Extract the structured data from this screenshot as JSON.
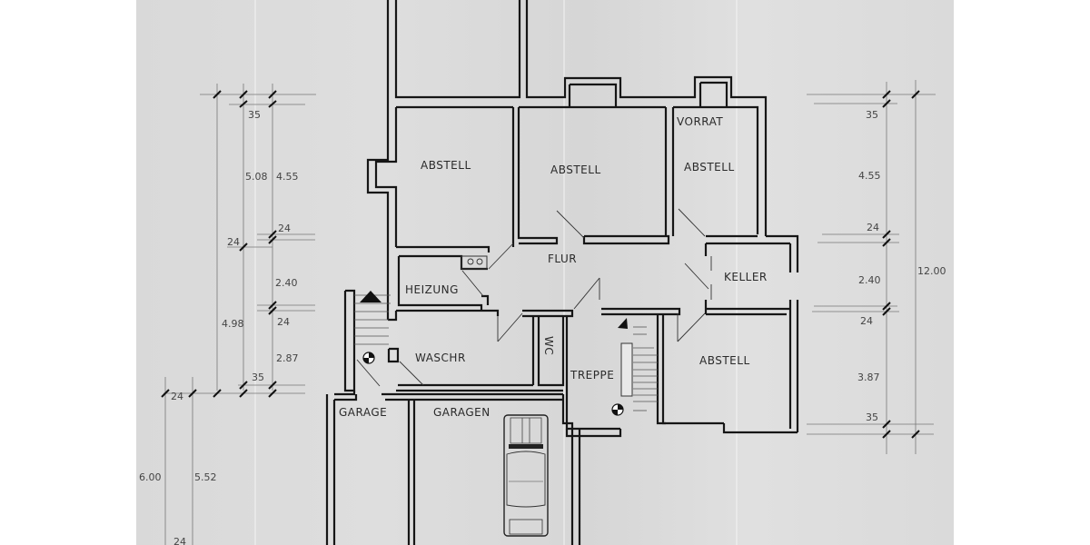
{
  "drawing": {
    "type": "floor-plan",
    "level": "basement",
    "colors": {
      "paper": "#dcdcdc",
      "ink": "#161616",
      "margin": "#ffffff"
    }
  },
  "rooms": [
    {
      "id": "abstell_1",
      "label": "ABSTELL"
    },
    {
      "id": "abstell_2",
      "label": "ABSTELL"
    },
    {
      "id": "vorrat",
      "label": "VORRAT"
    },
    {
      "id": "abstell_3",
      "label": "ABSTELL"
    },
    {
      "id": "flur",
      "label": "FLUR"
    },
    {
      "id": "heizung",
      "label": "HEIZUNG"
    },
    {
      "id": "keller",
      "label": "KELLER"
    },
    {
      "id": "waschr",
      "label": "WASCHR"
    },
    {
      "id": "wc",
      "label": "WC"
    },
    {
      "id": "treppe",
      "label": "TREPPE"
    },
    {
      "id": "abstell_4",
      "label": "ABSTELL"
    },
    {
      "id": "garage",
      "label": "GARAGE"
    },
    {
      "id": "garagen",
      "label": "GARAGEN"
    }
  ],
  "dimensions": {
    "left_outer": [
      "35",
      "5.08",
      "4.55",
      "24",
      "24",
      "2.40",
      "4.98",
      "24",
      "2.87",
      "35"
    ],
    "left_lower": [
      "24",
      "6.00",
      "5.52",
      "24"
    ],
    "right": [
      "35",
      "4.55",
      "24",
      "2.40",
      "24",
      "3.87",
      "35"
    ],
    "right_total": "12.00"
  }
}
